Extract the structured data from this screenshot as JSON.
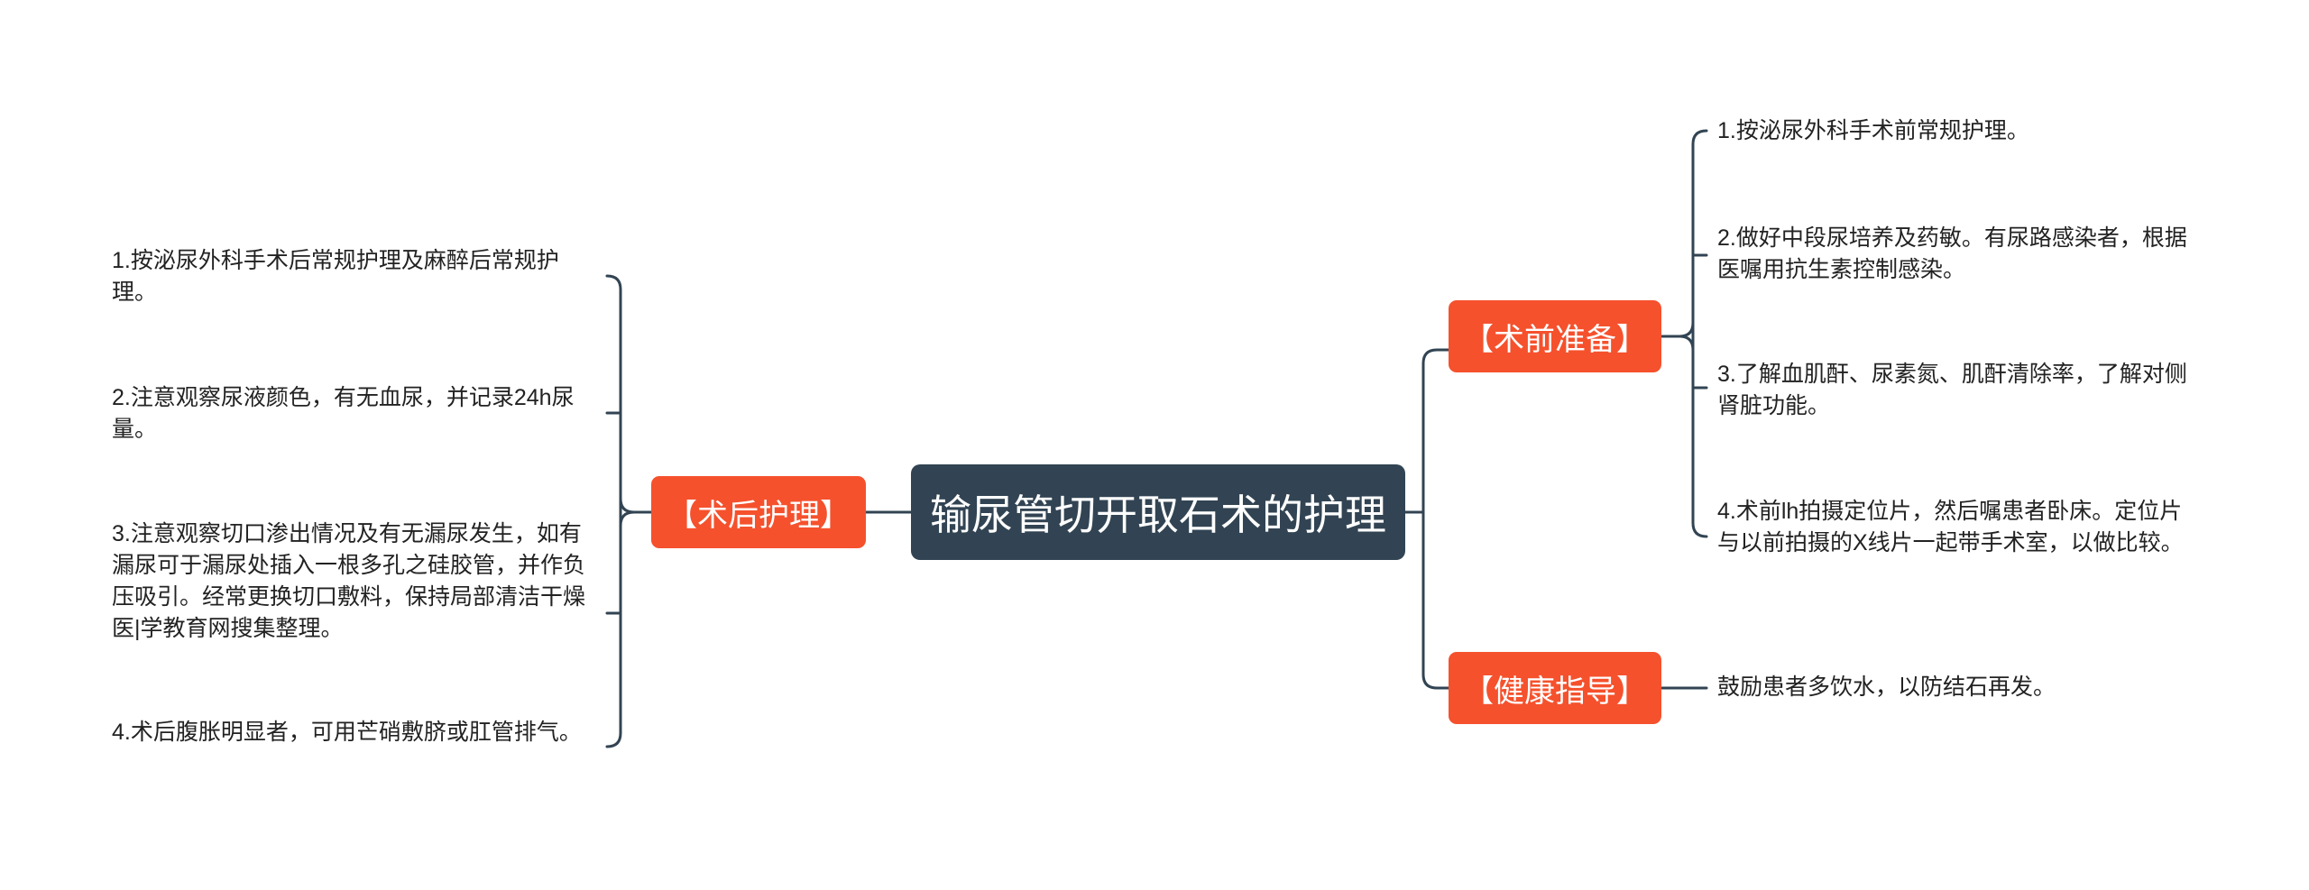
{
  "root": {
    "title": "输尿管切开取石术的护理"
  },
  "branches": {
    "postop": {
      "label": "【术后护理】",
      "items": [
        "1.按泌尿外科手术后常规护理及麻醉后常规护理。",
        "2.注意观察尿液颜色，有无血尿，并记录24h尿量。",
        "3.注意观察切口渗出情况及有无漏尿发生，如有漏尿可于漏尿处插入一根多孔之硅胶管，并作负压吸引。经常更换切口敷料，保持局部清洁干燥医|学教育网搜集整理。",
        "4.术后腹胀明显者，可用芒硝敷脐或肛管排气。"
      ]
    },
    "preop": {
      "label": "【术前准备】",
      "items": [
        "1.按泌尿外科手术前常规护理。",
        "2.做好中段尿培养及药敏。有尿路感染者，根据医嘱用抗生素控制感染。",
        "3.了解血肌酐、尿素氮、肌酐清除率，了解对侧肾脏功能。",
        "4.术前lh拍摄定位片，然后嘱患者卧床。定位片与以前拍摄的X线片一起带手术室，以做比较。"
      ]
    },
    "health": {
      "label": "【健康指导】",
      "items": [
        "鼓励患者多饮水，以防结石再发。"
      ]
    }
  },
  "colors": {
    "root_bg": "#324453",
    "branch_bg": "#f5512d",
    "line": "#324453",
    "text": "#222222"
  }
}
